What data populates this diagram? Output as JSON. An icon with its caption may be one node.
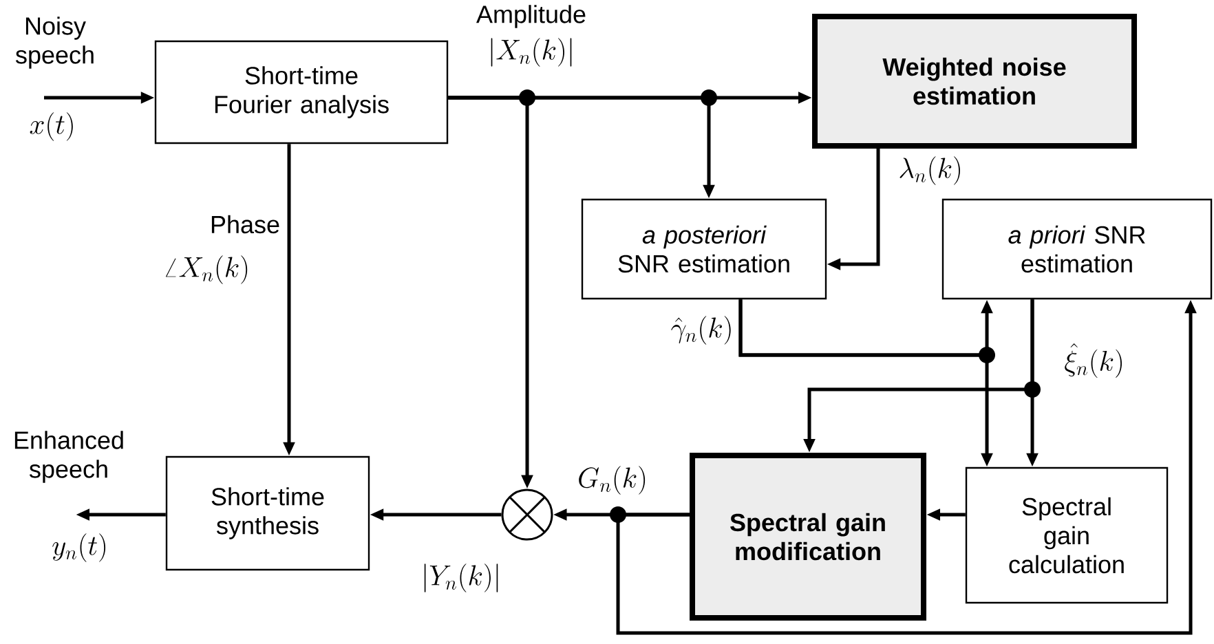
{
  "diagram": {
    "nodes": [
      {
        "text": [
          "Short-time Fourier analysis"
        ]
      },
      {
        "text": [
          "Weighted noise estimation"
        ]
      },
      {
        "text": [
          "*a posteriori* SNR estimation"
        ]
      },
      {
        "text": [
          "*a priori* SNR estimation"
        ]
      },
      {
        "text": [
          "Spectral gain calculation"
        ]
      },
      {
        "text": [
          "Spectral gain modification"
        ]
      },
      {
        "text": [],
        "shape": "circle"
      },
      {
        "text": [
          "Short-time synthesis"
        ]
      }
    ],
    "edges": [
      {
        "from": null,
        "to": 0,
        "arrow": "to",
        "label": "x(t)"
      },
      {
        "from": 0,
        "to": 1,
        "arrow": "to"
      },
      {
        "from": 0,
        "to": 2,
        "arrow": "to"
      },
      {
        "from": 0,
        "to": 6,
        "arrow": "to"
      },
      {
        "from": 0,
        "to": 7,
        "arrow": "to"
      },
      {
        "from": 1,
        "to": 2,
        "arrow": "to",
        "label": "\\lambda_n(k)"
      },
      {
        "from": 2,
        "to": 3,
        "arrow": "to"
      },
      {
        "from": 2,
        "to": 4,
        "arrow": "to",
        "label": "\\hat{\\gamma}_n(k)"
      },
      {
        "from": 3,
        "to": 4,
        "arrow": "to",
        "label": "\\hat{\\xi}_n(k)"
      },
      {
        "from": 3,
        "to": 5,
        "arrow": "to"
      },
      {
        "from": 4,
        "to": 5,
        "arrow": "to"
      },
      {
        "from": 5,
        "to": 6,
        "arrow": "to",
        "label": "G_n(k)"
      },
      {
        "from": 5,
        "to": 3,
        "arrow": "to"
      },
      {
        "from": 6,
        "to": 7,
        "arrow": "to",
        "label": "|Y_n(k)|"
      },
      {
        "from": 7,
        "to": null,
        "arrow": "to",
        "label": "y_n(t)"
      }
    ],
    "labels": [
      "Noisy speech",
      "Amplitude",
      "|X_n(k)|",
      "Phase",
      "\\angle X_n(k)",
      "Enhanced speech"
    ]
  }
}
